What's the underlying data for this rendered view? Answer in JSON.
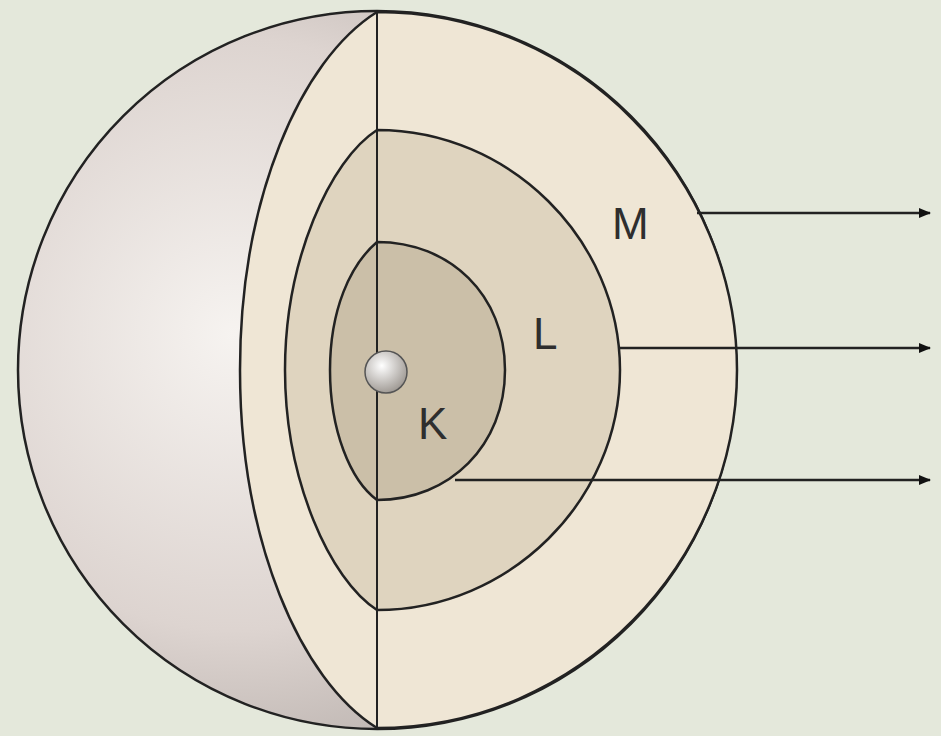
{
  "diagram": {
    "labels": [
      "M",
      "L",
      "K"
    ]
  }
}
